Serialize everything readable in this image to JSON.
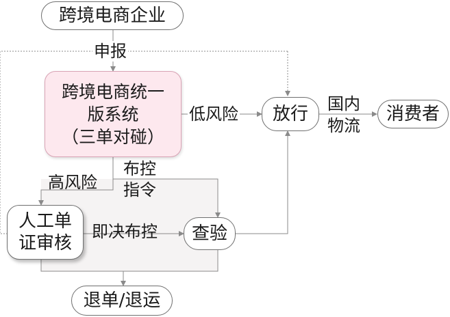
{
  "nodes": {
    "enterprise": "跨境电商企业",
    "main_system": [
      "跨境电商统一",
      "版系统",
      "（三单对碰）"
    ],
    "release": "放行",
    "consumer": "消费者",
    "manual_review": [
      "人工单",
      "证审核"
    ],
    "inspection": "查验",
    "return": "退单/退运"
  },
  "edge_labels": {
    "declare": "申报",
    "low_risk": "低风险",
    "domestic_logistics": [
      "国内",
      "物流"
    ],
    "high_risk": "高风险",
    "control_instruction": [
      "布控",
      "指令"
    ],
    "immediate_control": "即决布控"
  }
}
